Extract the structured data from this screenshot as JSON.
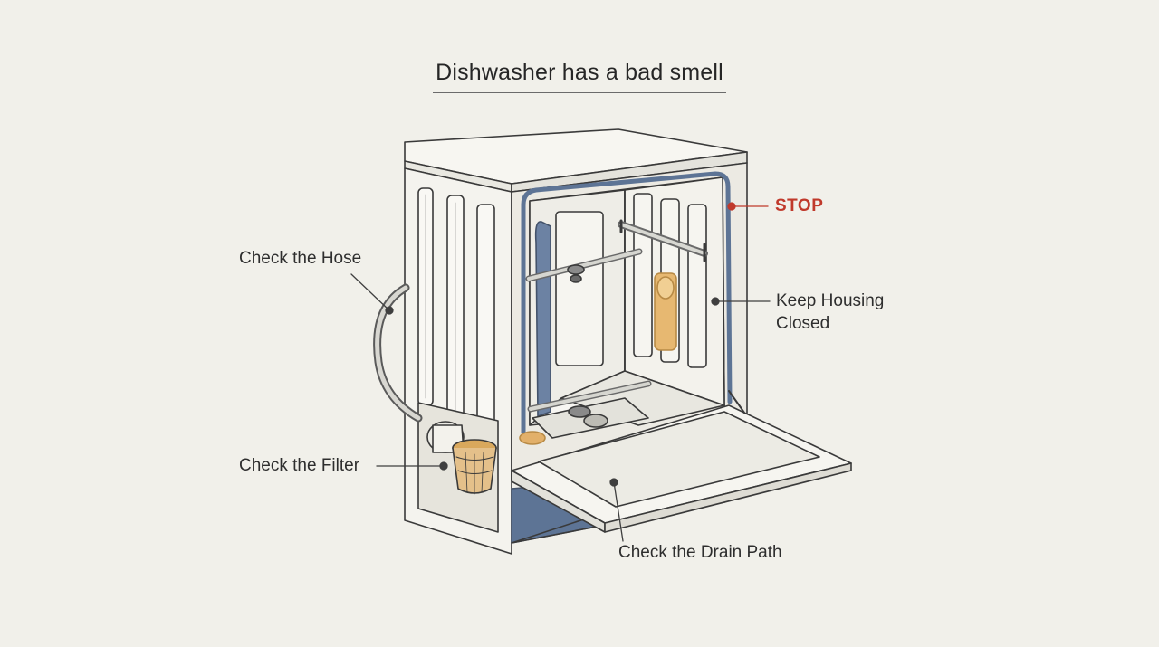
{
  "title": "Dishwasher has a bad smell",
  "callouts": {
    "hose": "Check the Hose",
    "filter": "Check the Filter",
    "stop": "STOP",
    "housing_line1": "Keep Housing",
    "housing_line2": "Closed",
    "drain": "Check the Drain Path"
  },
  "colors": {
    "background": "#f1f0ea",
    "ink": "#3a3a3a",
    "gasket_blue": "#5d7495",
    "filter_orange": "#d9a85c",
    "stop_red": "#c0392b"
  }
}
